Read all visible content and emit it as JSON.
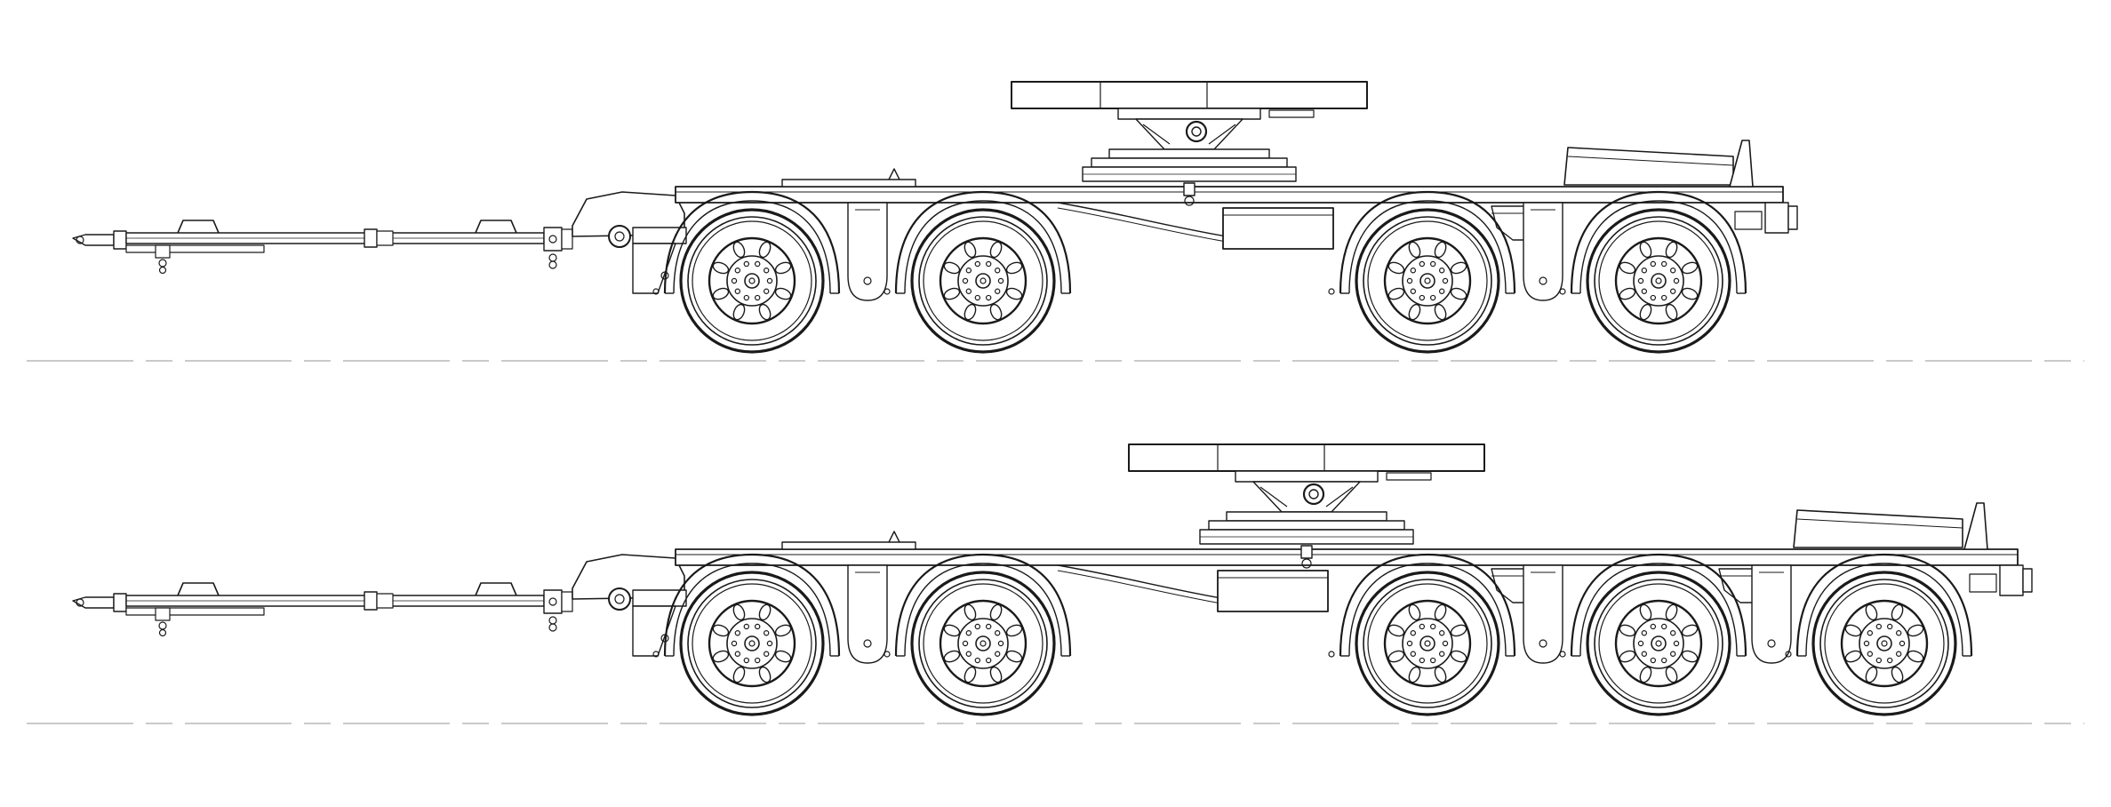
{
  "drawing": {
    "line_color": "#1a1a1a",
    "ground_color": "#b8b8b8",
    "background": "#ffffff",
    "vehicles": [
      {
        "id": "dolly-4-axle",
        "axle_groups": [
          2,
          2
        ]
      },
      {
        "id": "dolly-5-axle",
        "axle_groups": [
          2,
          3
        ]
      }
    ]
  }
}
